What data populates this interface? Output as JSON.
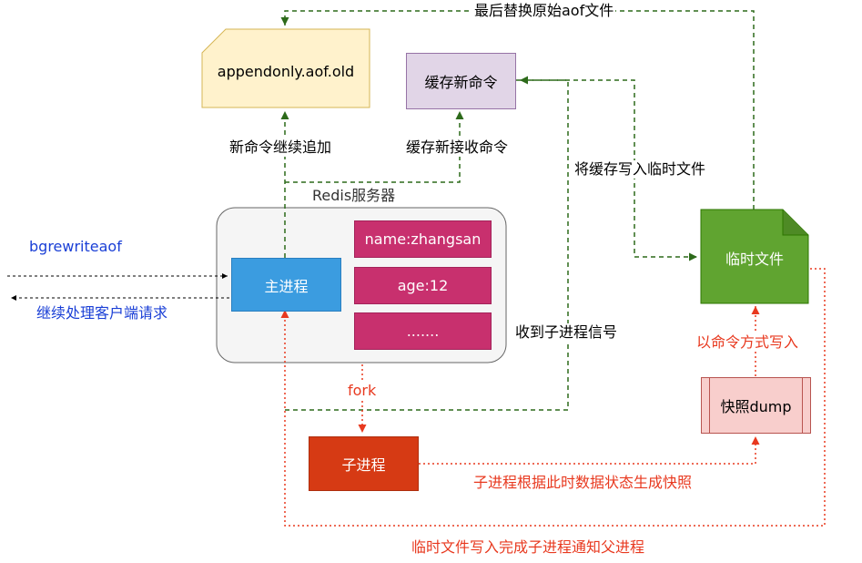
{
  "nodes": {
    "aof_old": "appendonly.aof.old",
    "cache_new_cmd": "缓存新命令",
    "main_process": "主进程",
    "name_kv": "name:zhangsan",
    "age_kv": "age:12",
    "more_kv": ".......",
    "temp_file": "临时文件",
    "child_process": "子进程",
    "snapshot": "快照dump"
  },
  "labels": {
    "server": "Redis服务器",
    "replace_aof": "最后替换原始aof文件",
    "continue_append": "新命令继续追加",
    "cache_new_received": "缓存新接收命令",
    "write_cache_to_temp": "将缓存写入临时文件",
    "bgrewriteaof": "bgrewriteaof",
    "continue_client": "继续处理客户端请求",
    "receive_signal": "收到子进程信号",
    "fork": "fork",
    "write_as_cmd": "以命令方式写入",
    "child_snapshot": "子进程根据此时数据状态生成快照",
    "temp_done_notify": "临时文件写入完成子进程通知父进程"
  },
  "colors": {
    "green_arrow": "#2d6a1a",
    "red_arrow": "#e8391f",
    "black_arrow": "#000000",
    "aof_fill": "#fff2cc",
    "cache_fill": "#e1d5e7",
    "main_fill": "#3b9ce0",
    "kv_fill": "#c8306e",
    "temp_fill": "#60a430",
    "child_fill": "#d63a14",
    "snapshot_fill": "#f8cecc",
    "server_fill": "#f5f5f5",
    "blue_text": "#1a3fd6"
  }
}
